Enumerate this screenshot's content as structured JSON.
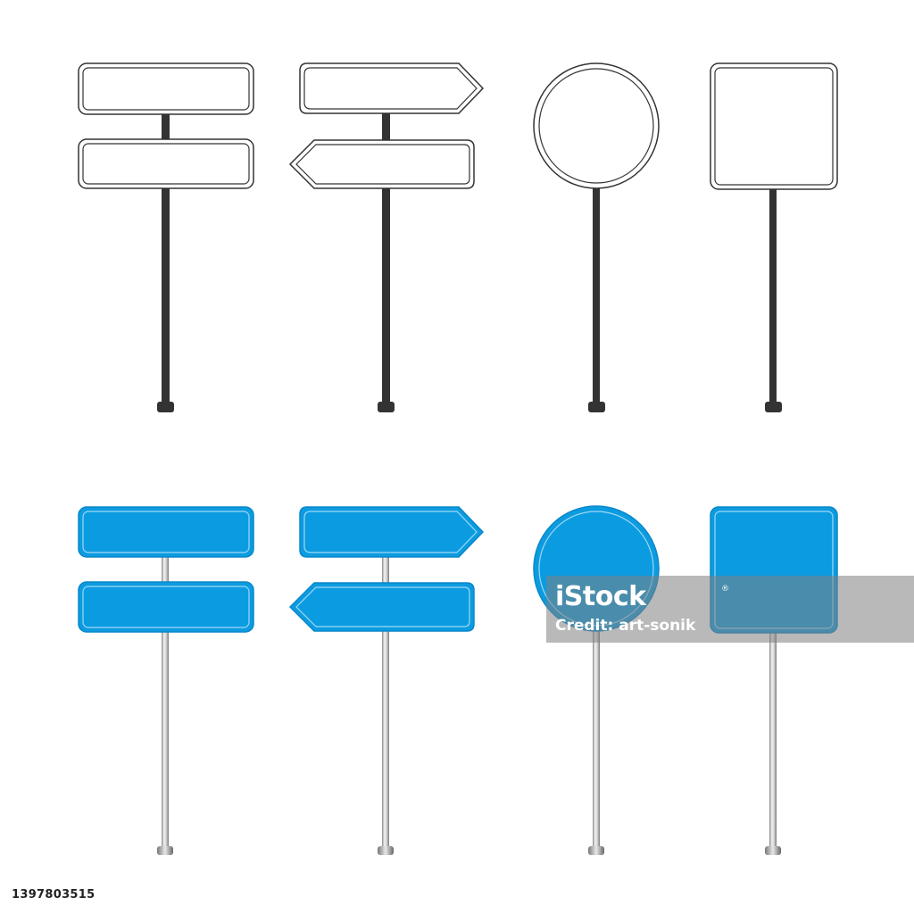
{
  "colors": {
    "background": "#ffffff",
    "outline_stroke": "#333333",
    "outline_pole": "#333333",
    "blue_fill": "#0b9be0",
    "blue_border": "#0a88c8",
    "blue_inner_line": "#9fd8f5",
    "metal_pole_light": "#e6e6e6",
    "metal_pole_dark": "#8a8a8a"
  },
  "signs": {
    "outline_row": [
      {
        "name": "double-rect-sign",
        "shape": "double-rectangle"
      },
      {
        "name": "arrow-sign",
        "shape": "double-arrow"
      },
      {
        "name": "round-sign",
        "shape": "circle"
      },
      {
        "name": "square-sign",
        "shape": "square"
      }
    ],
    "blue_row": [
      {
        "name": "blue-double-rect-sign",
        "shape": "double-rectangle"
      },
      {
        "name": "blue-arrow-sign",
        "shape": "double-arrow"
      },
      {
        "name": "blue-round-sign",
        "shape": "circle"
      },
      {
        "name": "blue-square-sign",
        "shape": "square"
      }
    ]
  },
  "watermark": {
    "logo": "iStock",
    "tm": "®",
    "credit": "Credit: art-sonik"
  },
  "stock_id": "1397803515"
}
